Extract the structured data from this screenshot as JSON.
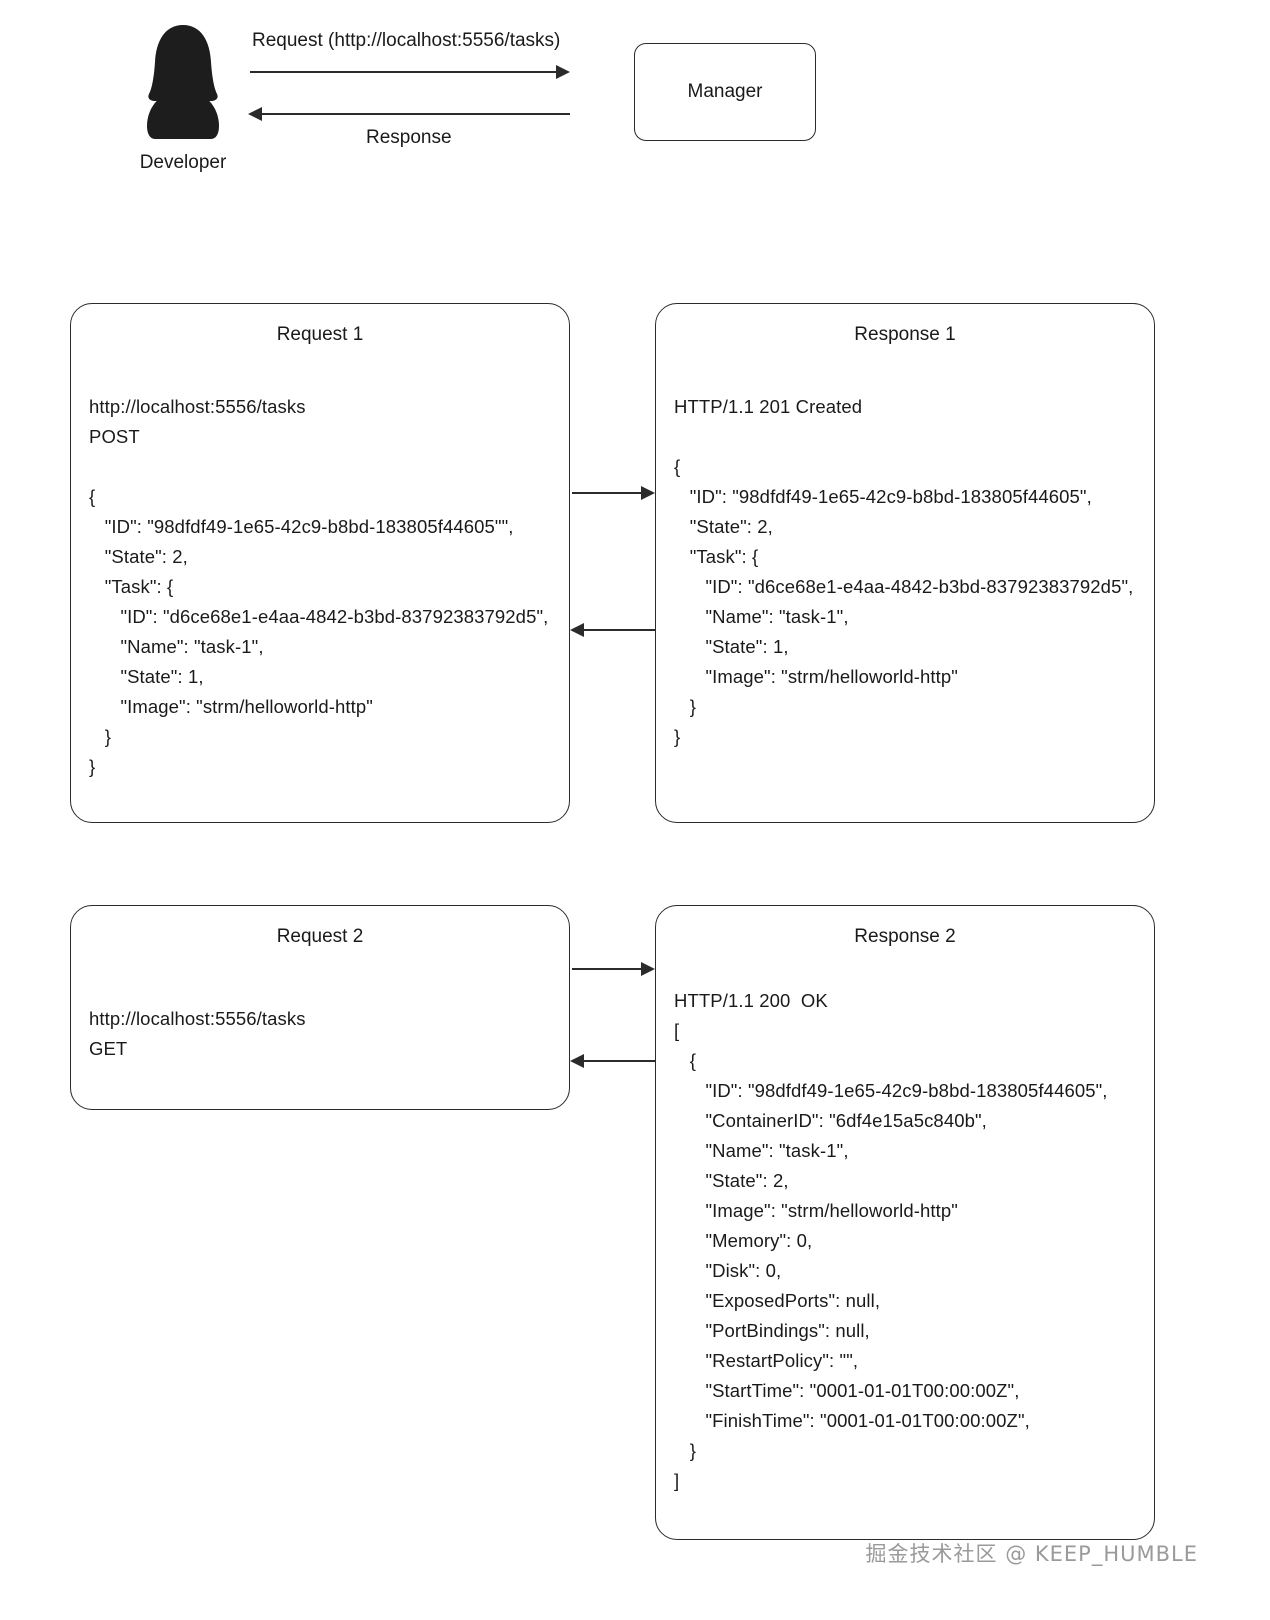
{
  "diagram": {
    "title": "Developer to Manager task API request/response flow"
  },
  "sequence": {
    "actor_label": "Developer",
    "actor_icon": "person-silhouette-icon",
    "node_label": "Manager",
    "request_label": "Request (http://localhost:5556/tasks)",
    "response_label": "Response",
    "request_arrow_icon": "arrow-right-icon",
    "response_arrow_icon": "arrow-left-icon"
  },
  "cards": {
    "request_1": {
      "title": "Request 1",
      "lines": [
        "http://localhost:5556/tasks",
        "POST",
        "",
        "{",
        "   \"ID\": \"98dfdf49-1e65-42c9-b8bd-183805f44605\"\",",
        "   \"State\": 2,",
        "   \"Task\": {",
        "      \"ID\": \"d6ce68e1-e4aa-4842-b3bd-83792383792d5\",",
        "      \"Name\": \"task-1\",",
        "      \"State\": 1,",
        "      \"Image\": \"strm/helloworld-http\"",
        "   }",
        "}"
      ]
    },
    "response_1": {
      "title": "Response 1",
      "lines": [
        "HTTP/1.1 201 Created",
        "",
        "{",
        "   \"ID\": \"98dfdf49-1e65-42c9-b8bd-183805f44605\",",
        "   \"State\": 2,",
        "   \"Task\": {",
        "      \"ID\": \"d6ce68e1-e4aa-4842-b3bd-83792383792d5\",",
        "      \"Name\": \"task-1\",",
        "      \"State\": 1,",
        "      \"Image\": \"strm/helloworld-http\"",
        "   }",
        "}"
      ]
    },
    "request_2": {
      "title": "Request 2",
      "lines": [
        "http://localhost:5556/tasks",
        "GET"
      ]
    },
    "response_2": {
      "title": "Response 2",
      "lines": [
        "HTTP/1.1 200  OK",
        "[",
        "   {",
        "      \"ID\": \"98dfdf49-1e65-42c9-b8bd-183805f44605\",",
        "      \"ContainerID\": \"6df4e15a5c840b\",",
        "      \"Name\": \"task-1\",",
        "      \"State\": 2,",
        "      \"Image\": \"strm/helloworld-http\"",
        "      \"Memory\": 0,",
        "      \"Disk\": 0,",
        "      \"ExposedPorts\": null,",
        "      \"PortBindings\": null,",
        "      \"RestartPolicy\": \"\",",
        "      \"StartTime\": \"0001-01-01T00:00:00Z\",",
        "      \"FinishTime\": \"0001-01-01T00:00:00Z\",",
        "   }",
        "]"
      ]
    }
  },
  "connectors": {
    "request_1_arrow_icon": "arrow-right-icon",
    "response_1_arrow_icon": "arrow-left-icon",
    "request_2_arrow_icon": "arrow-right-icon",
    "response_2_arrow_icon": "arrow-left-icon"
  },
  "watermark": {
    "text": "掘金技术社区 @ KEEP_HUMBLE"
  },
  "colors": {
    "stroke": "#2b2b2b",
    "background": "#ffffff",
    "text": "#1a1a1a",
    "watermark": "#9a9a9a"
  }
}
